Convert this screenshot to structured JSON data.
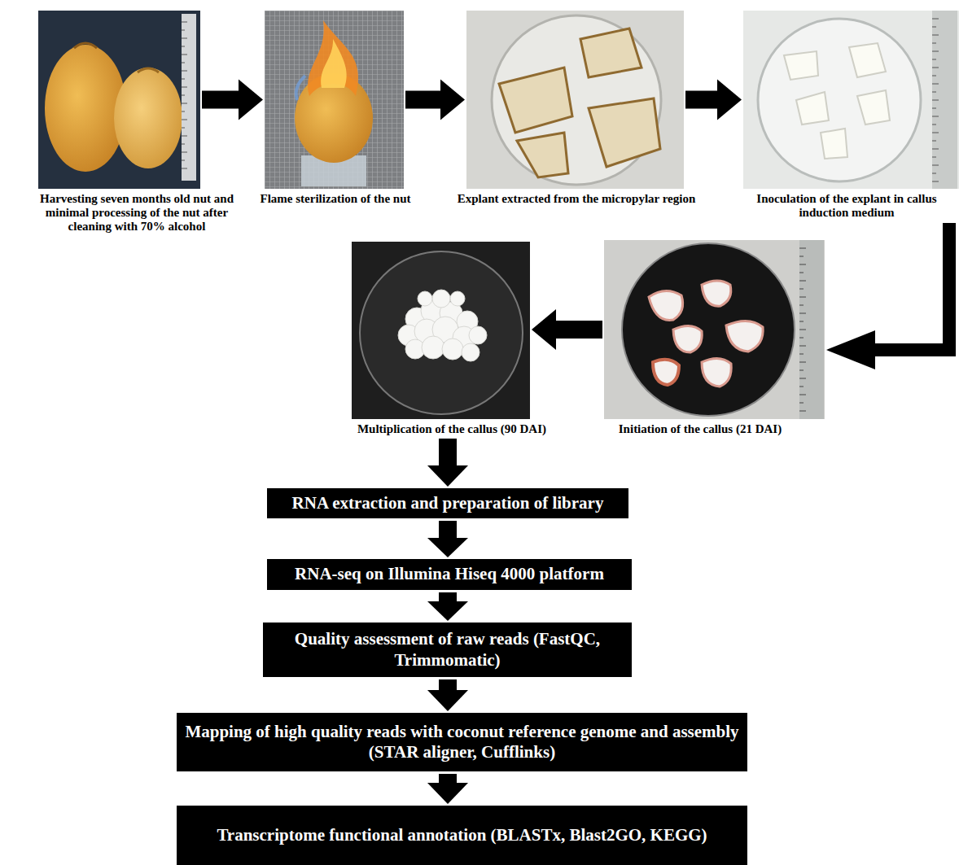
{
  "diagram": {
    "nodes": [
      {
        "text": [
          "Harvesting seven months old nut and minimal processing of the nut after cleaning with 70% alcohol"
        ]
      },
      {
        "text": [
          "Flame sterilization of the nut"
        ]
      },
      {
        "text": [
          "Explant extracted from the micropylar region"
        ]
      },
      {
        "text": [
          "Inoculation of the explant in callus induction medium"
        ]
      },
      {
        "text": [
          "Initiation of the callus (21 DAI)"
        ]
      },
      {
        "text": [
          "Multiplication of the callus (90 DAI)"
        ]
      },
      {
        "text": [
          "RNA extraction and preparation of library"
        ]
      },
      {
        "text": [
          "RNA-seq on Illumina Hiseq 4000 platform"
        ]
      },
      {
        "text": [
          "Quality assessment of raw reads (FastQC, Trimmomatic)"
        ]
      },
      {
        "text": [
          "Mapping of high quality reads with coconut reference genome and assembly (STAR aligner, Cufflinks)"
        ]
      },
      {
        "text": [
          "Transcriptome functional annotation (BLASTx, Blast2GO, KEGG)"
        ]
      }
    ],
    "edges": [
      {
        "from": 0,
        "to": 1,
        "arrow": "to"
      },
      {
        "from": 1,
        "to": 2,
        "arrow": "to"
      },
      {
        "from": 2,
        "to": 3,
        "arrow": "to"
      },
      {
        "from": 3,
        "to": 4,
        "arrow": "to"
      },
      {
        "from": 4,
        "to": 5,
        "arrow": "to"
      },
      {
        "from": 5,
        "to": 6,
        "arrow": "to"
      },
      {
        "from": 6,
        "to": 7,
        "arrow": "to"
      },
      {
        "from": 7,
        "to": 8,
        "arrow": "to"
      },
      {
        "from": 8,
        "to": 9,
        "arrow": "to"
      },
      {
        "from": 9,
        "to": 10,
        "arrow": "to"
      }
    ]
  }
}
